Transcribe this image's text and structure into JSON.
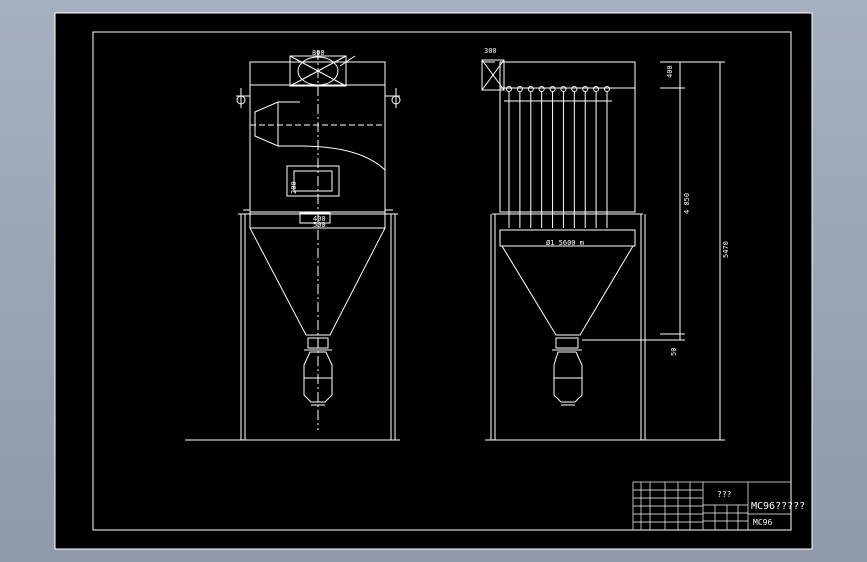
{
  "drawing": {
    "left_view": {
      "dims": {
        "top_width": "800",
        "inlet_h": "200",
        "inlet_w1": "400",
        "inlet_w2": "500"
      }
    },
    "right_view": {
      "dims": {
        "top_w": "300",
        "top_h": "400",
        "bag_len": "4 050",
        "total_h": "5470",
        "outlet_h": "50",
        "bag_spec": "Ø1 5600 m"
      },
      "bag_count": 10
    },
    "title_block": {
      "center_text": "???",
      "title": "MC96?????",
      "code": "MC96"
    }
  }
}
